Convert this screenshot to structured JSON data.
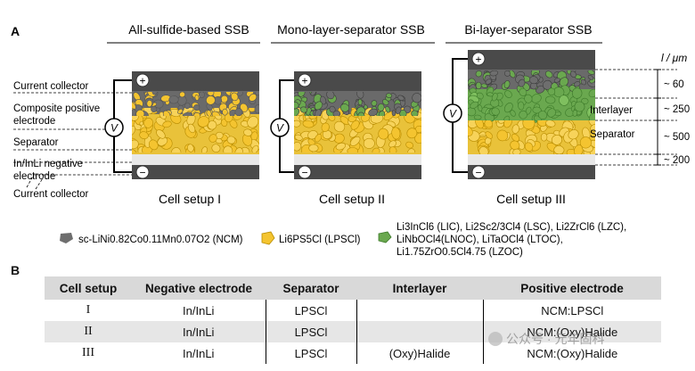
{
  "panel_a_label": "A",
  "panel_b_label": "B",
  "headers": {
    "col1": "All-sulfide-based SSB",
    "col2": "Mono-layer-separator SSB",
    "col3": "Bi-layer-separator SSB"
  },
  "left_labels": {
    "current_collector_top": "Current collector",
    "composite_line1": "Composite positive",
    "composite_line2": "electrode",
    "separator": "Separator",
    "negative_line1": "In/InLi negative",
    "negative_line2": "electrode",
    "current_collector_bottom": "Current collector"
  },
  "right_labels": {
    "unit": "l / μm",
    "t60": "~ 60",
    "t250": "~ 250",
    "t500": "~ 500",
    "t200": "~ 200",
    "interlayer": "Interlayer",
    "separator": "Separator"
  },
  "symbols": {
    "plus": "+",
    "minus": "−",
    "volt": "V"
  },
  "cell_setups": [
    "Cell setup I",
    "Cell setup II",
    "Cell setup III"
  ],
  "legend": {
    "ncm": "sc-LiNi0.82Co0.11Mn0.07O2 (NCM)",
    "lpscl": "Li6PS5Cl (LPSCl)",
    "halide_line1": "Li3InCl6 (LIC), Li2Sc2/3Cl4 (LSC), Li2ZrCl6 (LZC),",
    "halide_line2": "LiNbOCl4(LNOC), LiTaOCl4 (LTOC),",
    "halide_line3": "Li1.75ZrO0.5Cl4.75 (LZOC)"
  },
  "colors": {
    "ncm": "#6e6e6e",
    "lpscl": "#f4c430",
    "halide": "#6aa84f",
    "collector": "#4a4a4a",
    "negative": "#e8e8e8"
  },
  "table": {
    "headers": [
      "Cell setup",
      "Negative electrode",
      "Separator",
      "Interlayer",
      "Positive electrode"
    ],
    "rows": [
      [
        "I",
        "In/InLi",
        "LPSCl",
        "",
        "NCM:LPSCl"
      ],
      [
        "II",
        "In/InLi",
        "LPSCl",
        "",
        "NCM:(Oxy)Halide"
      ],
      [
        "III",
        "In/InLi",
        "LPSCl",
        "(Oxy)Halide",
        "NCM:(Oxy)Halide"
      ]
    ]
  },
  "watermark": "公众号 · 元年固科"
}
